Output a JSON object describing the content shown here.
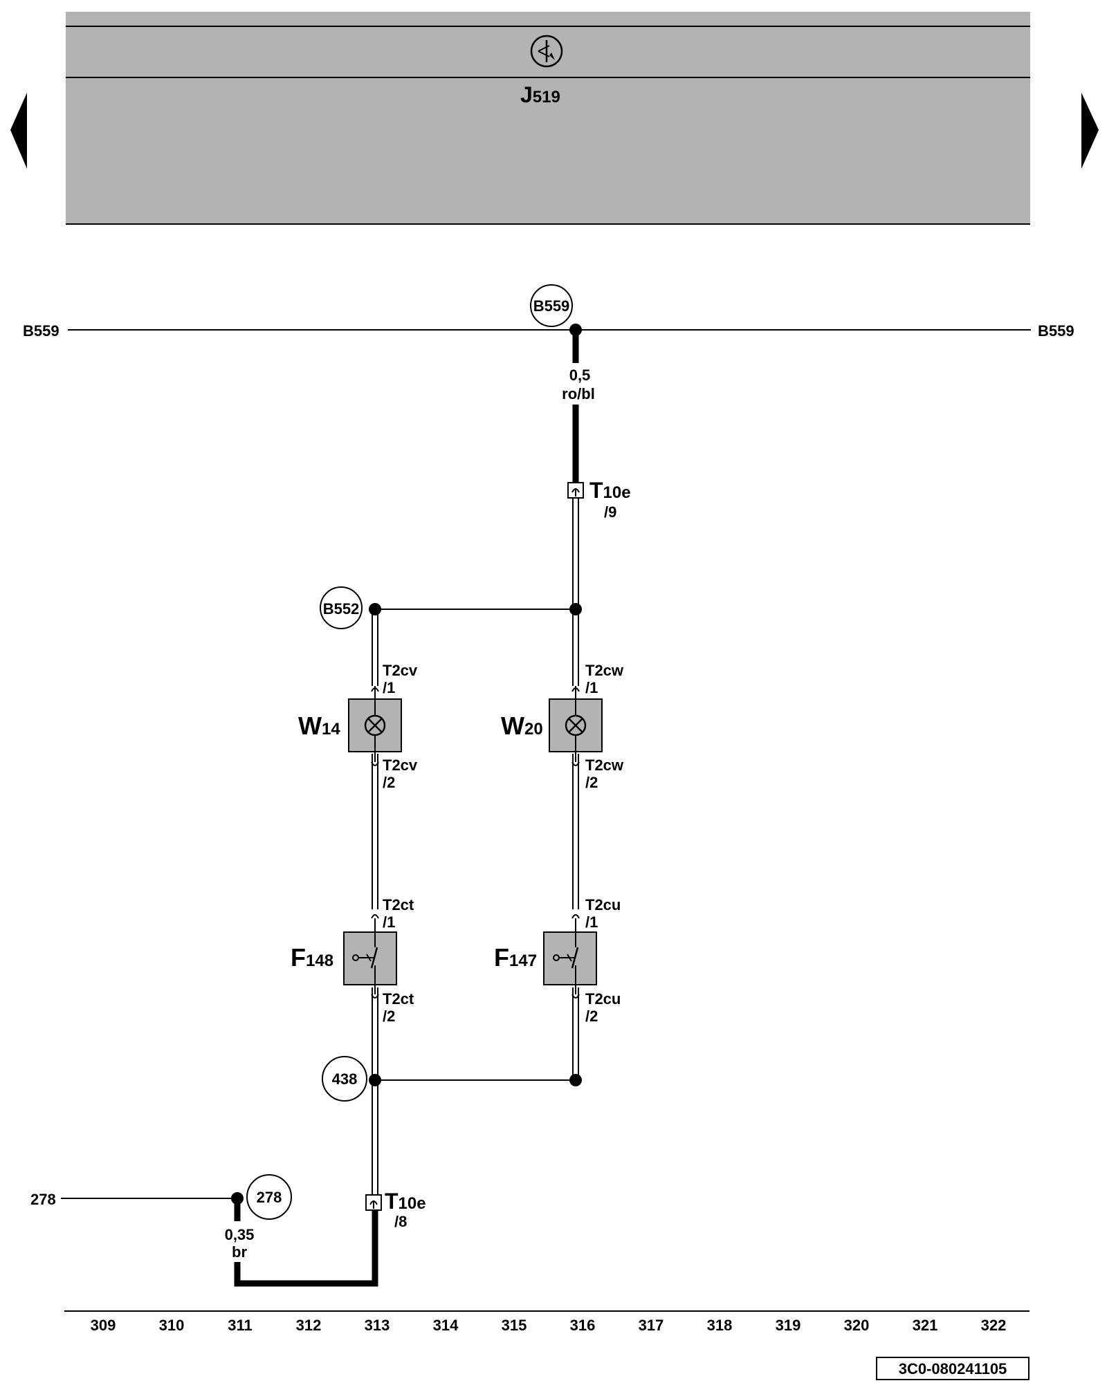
{
  "control_unit": {
    "id": "J",
    "sub": "519",
    "symbol": "ground-symbol-icon"
  },
  "nav": {
    "prev": "prev-page-arrow",
    "next": "next-page-arrow"
  },
  "bus": {
    "left_label": "B559",
    "right_label": "B559",
    "node": "B559"
  },
  "wire_top": {
    "size": "0,5",
    "color": "ro/bl"
  },
  "connectors": {
    "t10e_top": {
      "main": "T",
      "sub": "10e",
      "pin": "/9"
    },
    "t10e_bot": {
      "main": "T",
      "sub": "10e",
      "pin": "/8"
    },
    "t2cv_1": {
      "name": "T2cv",
      "pin": "/1"
    },
    "t2cv_2": {
      "name": "T2cv",
      "pin": "/2"
    },
    "t2cw_1": {
      "name": "T2cw",
      "pin": "/1"
    },
    "t2cw_2": {
      "name": "T2cw",
      "pin": "/2"
    },
    "t2ct_1": {
      "name": "T2ct",
      "pin": "/1"
    },
    "t2ct_2": {
      "name": "T2ct",
      "pin": "/2"
    },
    "t2cu_1": {
      "name": "T2cu",
      "pin": "/1"
    },
    "t2cu_2": {
      "name": "T2cu",
      "pin": "/2"
    }
  },
  "nodes": {
    "b552": "B552",
    "n438": "438",
    "n278": "278"
  },
  "components": {
    "w14": {
      "main": "W",
      "sub": "14"
    },
    "w20": {
      "main": "W",
      "sub": "20"
    },
    "f148": {
      "main": "F",
      "sub": "148"
    },
    "f147": {
      "main": "F",
      "sub": "147"
    }
  },
  "left_ref": "278",
  "wire_bottom": {
    "size": "0,35",
    "color": "br"
  },
  "scale": [
    "309",
    "310",
    "311",
    "312",
    "313",
    "314",
    "315",
    "316",
    "317",
    "318",
    "319",
    "320",
    "321",
    "322"
  ],
  "doc_id": "3C0-080241105",
  "colors": {
    "component_fill": "#b3b3b3",
    "line": "#000000"
  }
}
